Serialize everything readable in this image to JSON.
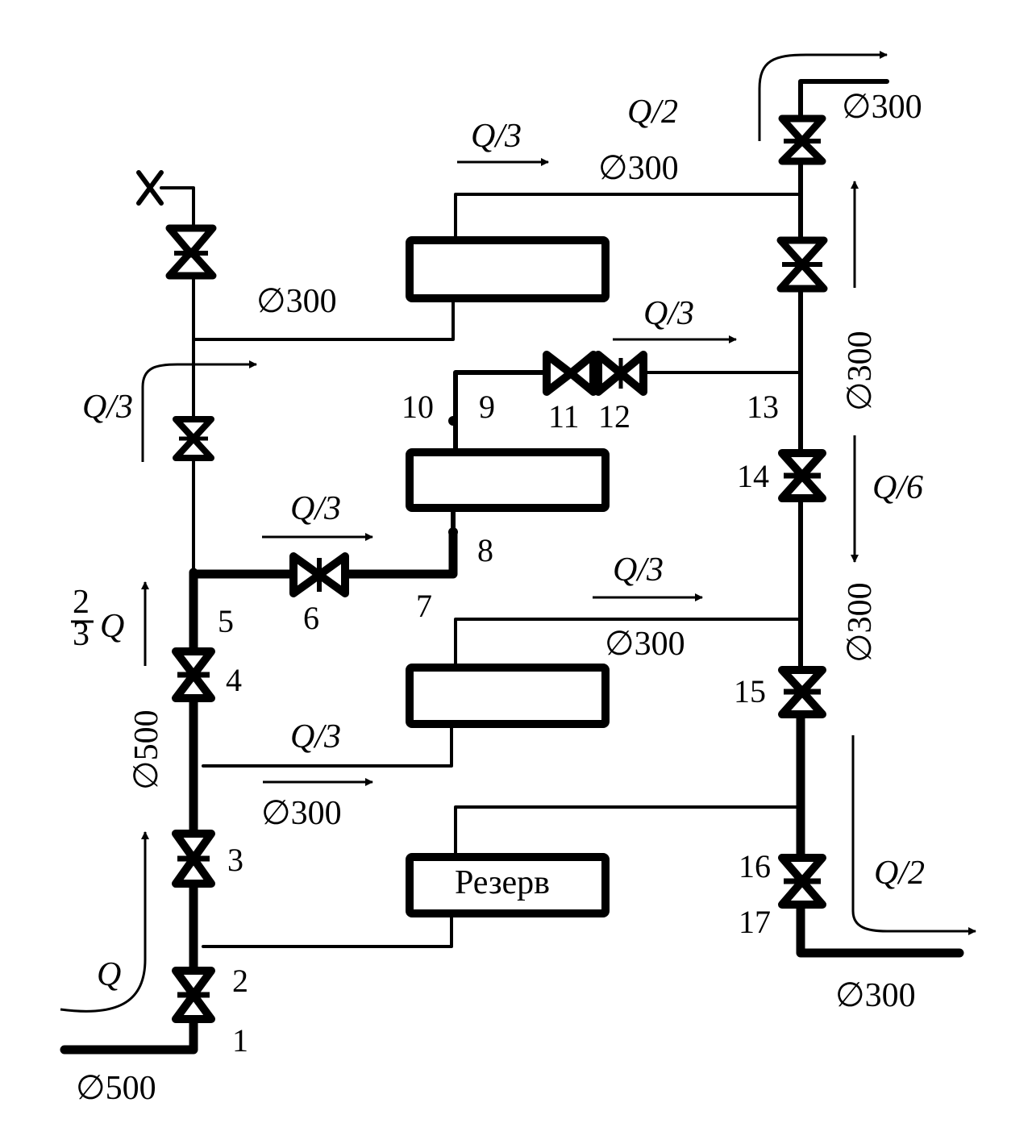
{
  "valves": [
    "1",
    "2",
    "3",
    "4",
    "5",
    "6",
    "7",
    "8",
    "9",
    "10",
    "11",
    "12",
    "13",
    "14",
    "15",
    "16",
    "17"
  ],
  "diameters": {
    "inlet": "∅500",
    "main": "∅500",
    "top_left_branch": "∅300",
    "top_branch": "∅300",
    "top_outlet": "∅300",
    "right_upper": "∅300",
    "right_lower": "∅300",
    "mid_branch": "∅300",
    "lower_left_branch": "∅300",
    "bottom_outlet": "∅300"
  },
  "flows": {
    "inlet": "Q",
    "two_thirds": "Q",
    "two_thirds_num": "2",
    "two_thirds_den": "3",
    "left_third": "Q/3",
    "top_third": "Q/3",
    "top_half": "Q/2",
    "valve6_third": "Q/3",
    "valve11_third": "Q/3",
    "mid_third": "Q/3",
    "lower_third": "Q/3",
    "sixth": "Q/6",
    "bottom_half": "Q/2"
  },
  "reserve_label": "Резерв"
}
